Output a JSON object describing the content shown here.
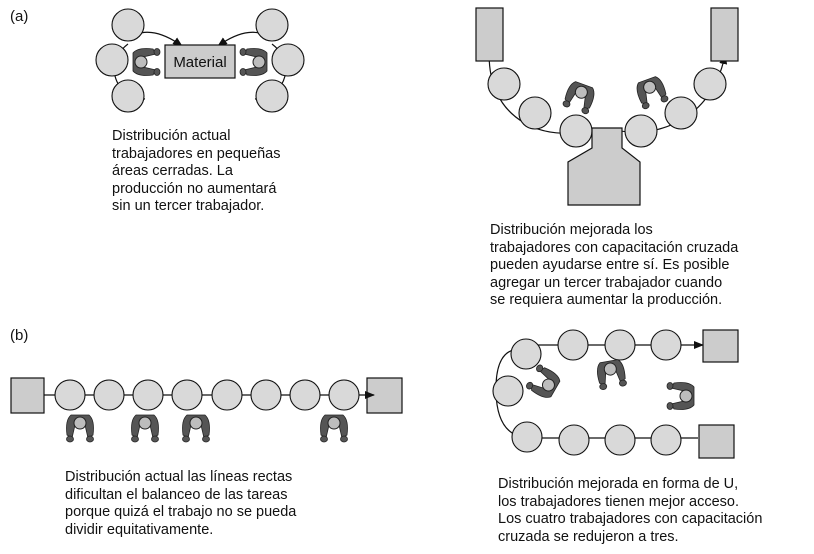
{
  "panel_labels": {
    "a": "(a)",
    "b": "(b)"
  },
  "material_label": "Material",
  "captions": {
    "a_left": [
      "Distribución actual",
      "trabajadores en pequeñas",
      "áreas cerradas. La",
      "producción no aumentará",
      "sin un tercer trabajador."
    ],
    "a_right": [
      "Distribución mejorada los",
      "trabajadores con capacitación cruzada",
      "pueden ayudarse entre sí. Es posible",
      "agregar un tercer trabajador cuando",
      "se requiera aumentar la producción."
    ],
    "b_left": [
      "Distribución actual las líneas rectas",
      "dificultan el balanceo de las tareas",
      "porque quizá el trabajo no se pueda",
      "dividir equitativamente."
    ],
    "b_right": [
      "Distribución mejorada en forma de U,",
      "los trabajadores tienen mejor acceso.",
      "Los cuatro trabajadores con capacitación",
      "cruzada se redujeron a tres."
    ]
  },
  "colors": {
    "station_fill": "#d9d9d9",
    "box_fill": "#cccccc",
    "worker_fill": "#555555",
    "stroke": "#111111"
  }
}
